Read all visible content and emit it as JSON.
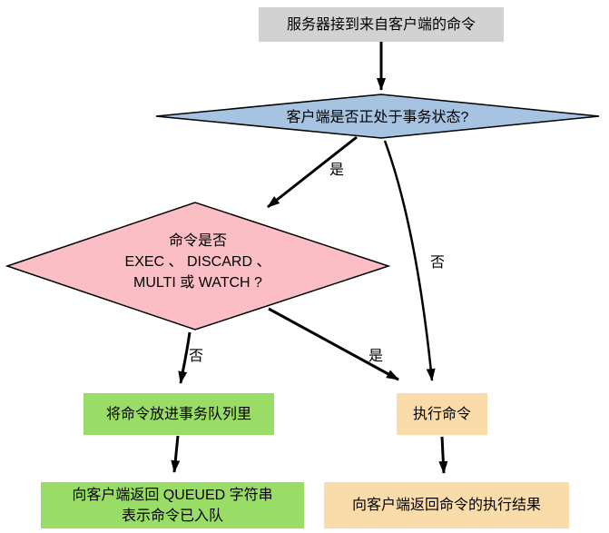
{
  "colors": {
    "start": "#d2d2d2",
    "decision_state": "#a6c3e2",
    "decision_command": "#fbbec5",
    "queue": "#99dd66",
    "execute": "#fadcaa",
    "stroke": "#000000"
  },
  "nodes": {
    "start": {
      "label": "服务器接到来自客户端的命令"
    },
    "decision_state": {
      "label": "客户端是否正处于事务状态?"
    },
    "decision_command": {
      "lines": [
        "命令是否",
        "EXEC 、 DISCARD 、",
        "MULTI 或 WATCH ?"
      ]
    },
    "enqueue": {
      "label": "将命令放进事务队列里"
    },
    "execute": {
      "label": "执行命令"
    },
    "return_queued": {
      "lines": [
        "向客户端返回 QUEUED 字符串",
        "表示命令已入队"
      ]
    },
    "return_result": {
      "label": "向客户端返回命令的执行结果"
    }
  },
  "edges": {
    "state_yes": "是",
    "state_no": "否",
    "command_no": "否",
    "command_yes": "是"
  }
}
